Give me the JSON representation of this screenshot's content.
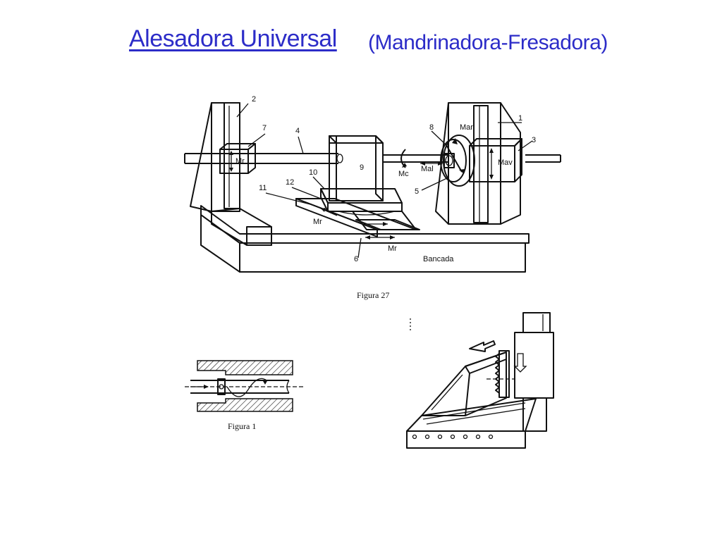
{
  "title": "Alesadora Universal",
  "subtitle": "(Mandrinadora-Fresadora)",
  "figure27": {
    "caption": "Figura 27",
    "labels": {
      "n1": "1",
      "n2": "2",
      "n3": "3",
      "n4": "4",
      "n5": "5",
      "n6": "6",
      "n7": "7",
      "n8": "8",
      "n9": "9",
      "n10": "10",
      "n11": "11",
      "n12": "12",
      "mr_column": "Mr",
      "mr_table": "Mr",
      "mr_bed": "Mr",
      "mc": "Mc",
      "mal": "Mal",
      "mar": "Mar",
      "mav": "Mav",
      "bancada": "Bancada"
    }
  },
  "figure1": {
    "caption": "Figura 1"
  }
}
